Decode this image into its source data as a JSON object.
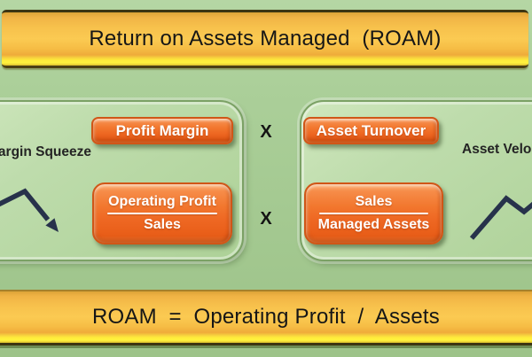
{
  "slide": {
    "title": "Return on Assets Managed  (ROAM)",
    "formula": "ROAM  =  Operating Profit  /  Assets"
  },
  "left_group": {
    "trend_label": "Margin Squeeze",
    "button": "Profit Margin",
    "fraction": {
      "numerator": "Operating Profit",
      "denominator": "Sales"
    }
  },
  "right_group": {
    "trend_label": "Asset Velocity",
    "button": "Asset Turnover",
    "fraction": {
      "numerator": "Sales",
      "denominator": "Managed Assets"
    }
  },
  "operators": {
    "top": "X",
    "bottom": "X"
  },
  "colors": {
    "background_green": "#a7cb95",
    "panel_green": "#bedcac",
    "panel_border_green": "#7ba165",
    "banner_gold": "#f8c44a",
    "banner_edge_dark": "#3c3512",
    "button_orange": "#ee6a22",
    "button_border_orange": "#d05617",
    "trend_line_navy": "#27324b",
    "text_dark": "#161616",
    "text_white": "#ffffff"
  }
}
